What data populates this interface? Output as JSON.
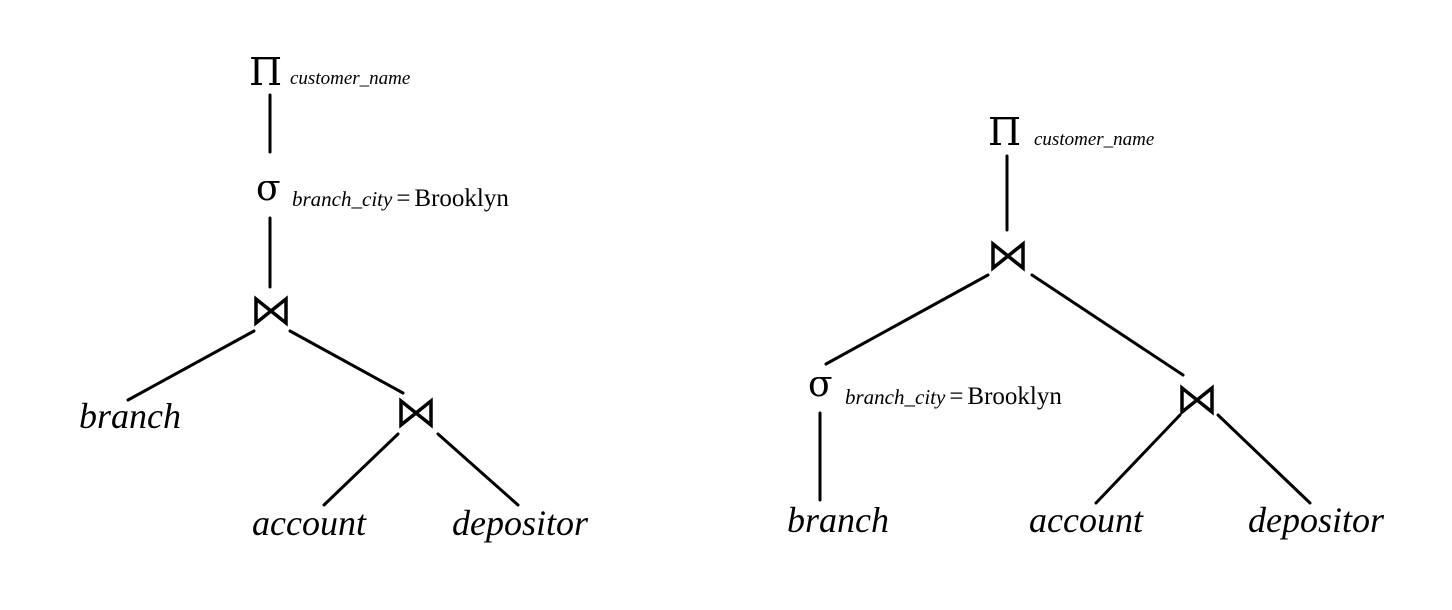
{
  "trees": [
    {
      "projection": {
        "symbol": "Π",
        "attribute": "customer_name"
      },
      "selection": {
        "symbol": "σ",
        "attribute": "branch_city",
        "operator": "=",
        "value": "Brooklyn"
      },
      "joins": [
        {
          "symbol": "⋈"
        },
        {
          "symbol": "⋈"
        }
      ],
      "relations": [
        "branch",
        "account",
        "depositor"
      ]
    },
    {
      "projection": {
        "symbol": "Π",
        "attribute": "customer_name"
      },
      "selection": {
        "symbol": "σ",
        "attribute": "branch_city",
        "operator": "=",
        "value": "Brooklyn"
      },
      "joins": [
        {
          "symbol": "⋈"
        },
        {
          "symbol": "⋈"
        }
      ],
      "relations": [
        "branch",
        "account",
        "depositor"
      ]
    }
  ]
}
